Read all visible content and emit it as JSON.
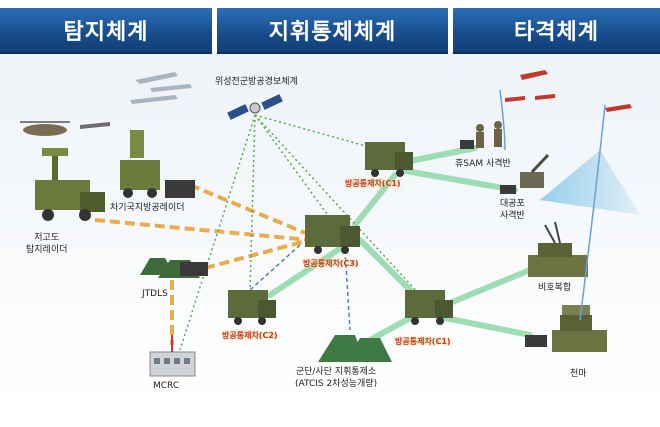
{
  "headers": [
    "탐지체계",
    "지휘통제체계",
    "타격체계"
  ],
  "nodes": {
    "satellite": "위성전군방공경보체계",
    "vehicle_radar": "차기국지방공레이더",
    "low_alt_radar": "저고도\n탐지레이더",
    "jtdls": "JTDLS",
    "mcrc": "MCRC",
    "command_post": "군단/사단 지휘통제소\n(ATCIS 2차성능개량)",
    "sam": "휴SAM 사격반",
    "aa_gun": "대공포\n사격반",
    "bihoboghap": "비호복합",
    "chunma": "천마"
  },
  "vehicle_labels": [
    "방공통제차(C1)",
    "방공통제차(C2)",
    "방공통제차(C3)",
    "방공통제차(C1)"
  ],
  "colors": {
    "header": "#174c8c",
    "link_green": "#8fd8a8",
    "link_orange": "#e8a33c",
    "link_dotted": "#5aa64a",
    "link_blue": "#4a7fc0",
    "beam": "#8ecae6"
  }
}
